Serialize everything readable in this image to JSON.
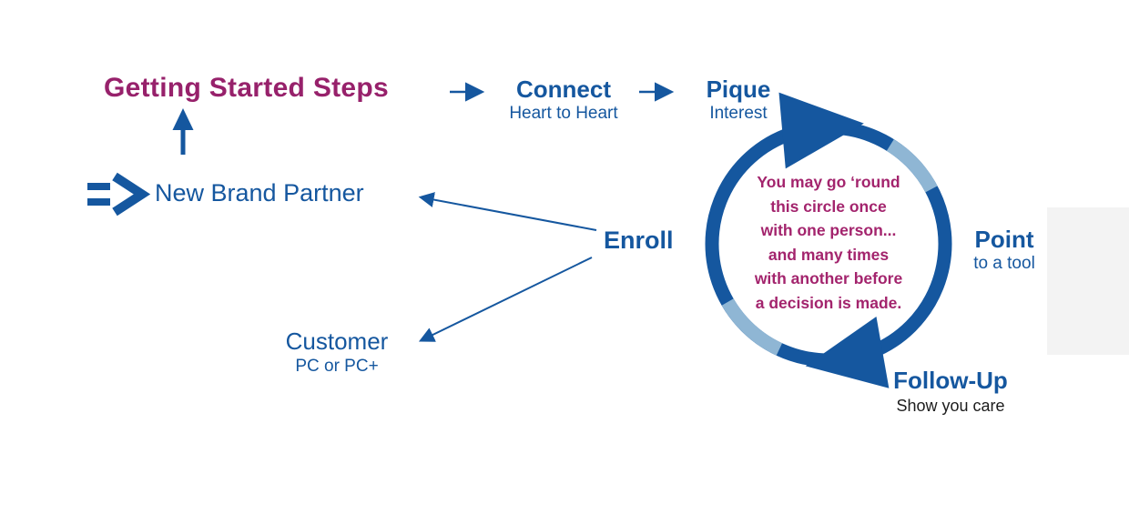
{
  "title": "Getting Started Steps",
  "flow": {
    "connect": {
      "label": "Connect",
      "subtitle": "Heart to Heart"
    },
    "pique": {
      "label": "Pique",
      "subtitle": "Interest"
    },
    "point": {
      "label": "Point",
      "subtitle": "to a tool"
    },
    "follow_up": {
      "label": "Follow-Up",
      "subtitle": "Show you care"
    }
  },
  "enroll": {
    "label": "Enroll"
  },
  "outcomes": {
    "new_brand_partner": {
      "label": "New Brand Partner"
    },
    "customer": {
      "label": "Customer",
      "subtitle": "PC or PC+"
    }
  },
  "circle_note": {
    "lines": [
      "You may go ‘round",
      "this circle once",
      "with one person...",
      "and many times",
      "with another before",
      "a decision is made."
    ]
  },
  "colors": {
    "blue": "#15579F",
    "purple": "#97216B",
    "note_purple": "#A3246D",
    "light_blue": "#8FB6D4",
    "dark_text": "#1C1C1C"
  }
}
